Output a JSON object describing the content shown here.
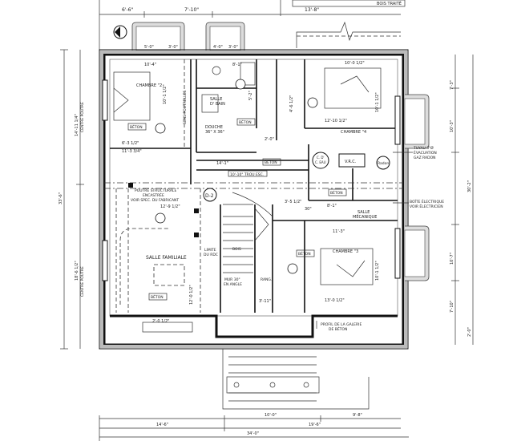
{
  "top": {
    "note": "BOIS TRAITÉ",
    "dims": [
      "6'-6\"",
      "7'-10\"",
      "13'-8\""
    ]
  },
  "window_wells": {
    "dims": [
      "5'-0\"",
      "3'-0\"",
      "4'-0\"",
      "3'-0\""
    ]
  },
  "rooms": {
    "chambre2": "CHAMBRE \"2",
    "salle_de_bain": [
      "SALLE",
      "D' BAIN"
    ],
    "chambre4": "CHAMBRE \"4",
    "salle_familiale": "SALLE FAMILIALE",
    "chambre3": "CHAMBRE \"3",
    "salle_mecanique": [
      "SALLE",
      "MÉCANIQUE"
    ],
    "douche": [
      "DOUCHE",
      "36\" X 36\""
    ],
    "rang": "RANG.",
    "bois": "BOIS"
  },
  "labels": {
    "beton": "BÉTON",
    "sens_poutrelles": "SENS POUTRELLES",
    "poutre": [
      "POUTRE STRUCTURALE",
      "ENCASTRÉE",
      "VOIR SPEC. DU FABRICANT"
    ],
    "limite": [
      "LIMITE",
      "DU RDC"
    ],
    "mur": [
      "MUR 30\"",
      "EN ANGLE"
    ],
    "c_eau": [
      "C. D'",
      "C. EAU"
    ],
    "vrc": "V.R.C.",
    "radon": "Radon",
    "trou": "10'-10\" TROU ESC.",
    "tuyau": [
      "TUYAU 3\"Ø",
      "ÉVACUATION",
      "GAZ RADON"
    ],
    "boite": [
      "BOÎTE ÉLECTRIQUE",
      "VOIR ÉLECTRICIEN"
    ],
    "galerie": [
      "PROFIL DE LA GALERIE",
      "DE BÉTON"
    ],
    "centre_poutre": "CENTRE POUTRE",
    "section": "D-2"
  },
  "dims": {
    "chambre2": [
      "10'-4\"",
      "10'-1 1/2\"",
      "6'-3 1/2\"",
      "11'-3 3/4\""
    ],
    "bath": [
      "8'-1\"",
      "5'-2\""
    ],
    "chambre4": [
      "10'-0 1/2\"",
      "12'-10 1/2\"",
      "10'-1 1/2\"",
      "4'-6 1/2\""
    ],
    "middle": [
      "14'-1\"",
      "2'-0\"",
      "3'-5 1/2\"",
      "8'-1\""
    ],
    "familiale": [
      "12'-9 1/2\"",
      "12'-0 1/2\"",
      "2'-0 1/2\""
    ],
    "chambre3": [
      "11'-3\"",
      "13'-0 1/2\"",
      "10'-1 1/2\""
    ],
    "stairs": [
      "30\"",
      "3'-11\""
    ],
    "right": [
      "7'-3\"",
      "10'-3\"",
      "10'-7\"",
      "7'-10\"",
      "30'-2\"",
      "2'-0\""
    ],
    "left": [
      "33'-6\"",
      "14'-11 1/4\"",
      "18'-6 1/2\""
    ],
    "bottom": [
      "10'-0\"",
      "14'-6\"",
      "19'-6\"",
      "9'-8\"",
      "34'-0\""
    ]
  }
}
